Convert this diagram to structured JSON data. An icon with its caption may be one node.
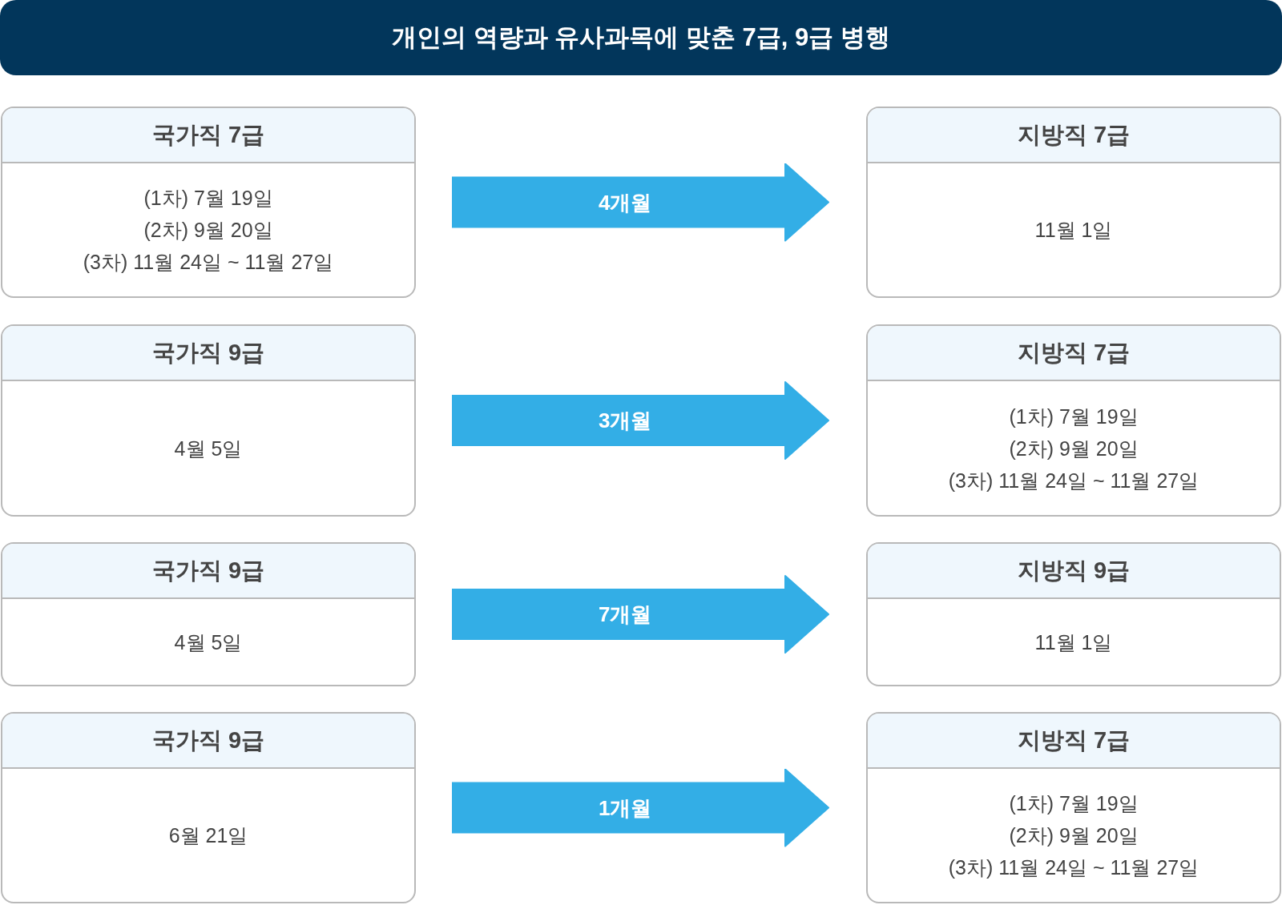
{
  "diagram": {
    "title": "개인의 역량과 유사과목에 맞춘 7급, 9급 병행",
    "nodes": [
      {
        "text": [
          "국가직 7급",
          "(1차) 7월 19일",
          "(2차) 9월 20일",
          "(3차) 11월 24일 ~ 11월 27일"
        ]
      },
      {
        "text": [
          "지방직 7급",
          "11월 1일"
        ]
      },
      {
        "text": [
          "국가직 9급",
          "4월 5일"
        ]
      },
      {
        "text": [
          "지방직 7급",
          "(1차) 7월 19일",
          "(2차) 9월 20일",
          "(3차) 11월 24일 ~ 11월 27일"
        ]
      },
      {
        "text": [
          "국가직 9급",
          "4월 5일"
        ]
      },
      {
        "text": [
          "지방직 9급",
          "11월 1일"
        ]
      },
      {
        "text": [
          "국가직 9급",
          "6월 21일"
        ]
      },
      {
        "text": [
          "지방직 7급",
          "(1차) 7월 19일",
          "(2차) 9월 20일",
          "(3차) 11월 24일 ~ 11월 27일"
        ]
      }
    ],
    "edges": [
      {
        "from": 0,
        "to": 1,
        "arrow": "to",
        "label": "4개월"
      },
      {
        "from": 2,
        "to": 3,
        "arrow": "to",
        "label": "3개월"
      },
      {
        "from": 4,
        "to": 5,
        "arrow": "to",
        "label": "7개월"
      },
      {
        "from": 6,
        "to": 7,
        "arrow": "to",
        "label": "1개월"
      }
    ]
  }
}
